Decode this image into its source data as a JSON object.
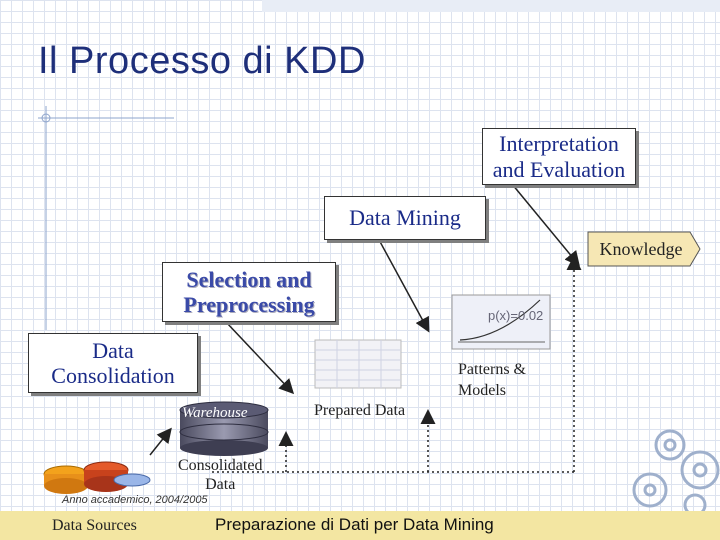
{
  "slide": {
    "title": "Il Processo di KDD",
    "footer": "Preparazione di Dati per Data Mining",
    "anno": "Anno accademico, 2004/2005"
  },
  "stages": {
    "interpretation": [
      "Interpretation",
      "and Evaluation"
    ],
    "data_mining": "Data Mining",
    "selection": [
      "Selection and",
      "Preprocessing"
    ],
    "consolidation": [
      "Data",
      "Consolidation"
    ]
  },
  "artifacts": {
    "knowledge": "Knowledge",
    "warehouse": "Warehouse",
    "prepared_data": "Prepared Data",
    "patterns": [
      "Patterns &",
      "Models"
    ],
    "consolidated": [
      "Consolidated",
      "Data"
    ],
    "data_sources": "Data Sources",
    "patterns_icon_text": "p(x)=0.02"
  },
  "colors": {
    "title": "#1e2f7a",
    "stage_text": "#1a2b88",
    "arrow": "#222222",
    "footer_bg": "#f3e6a2"
  }
}
